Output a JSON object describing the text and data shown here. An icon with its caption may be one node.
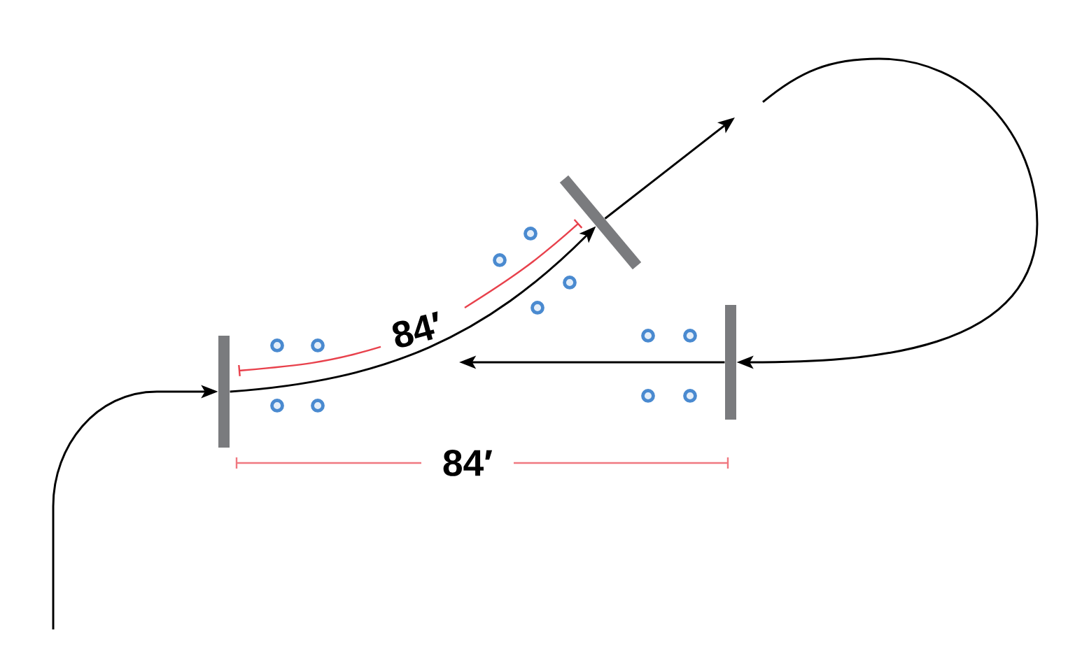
{
  "diagram": {
    "nodes": [
      {
        "text": [],
        "shape": "bar"
      },
      {
        "text": [],
        "shape": "bar"
      },
      {
        "text": [],
        "shape": "bar"
      }
    ],
    "edges": [
      {
        "from": null,
        "to": 0,
        "arrow": "to"
      },
      {
        "from": 0,
        "to": 1,
        "arrow": "to"
      },
      {
        "from": 1,
        "to": null,
        "arrow": "to"
      },
      {
        "from": null,
        "to": 2,
        "arrow": "to"
      },
      {
        "from": 2,
        "to": null,
        "arrow": "to"
      }
    ],
    "labels": [
      "84′",
      "84′"
    ]
  }
}
